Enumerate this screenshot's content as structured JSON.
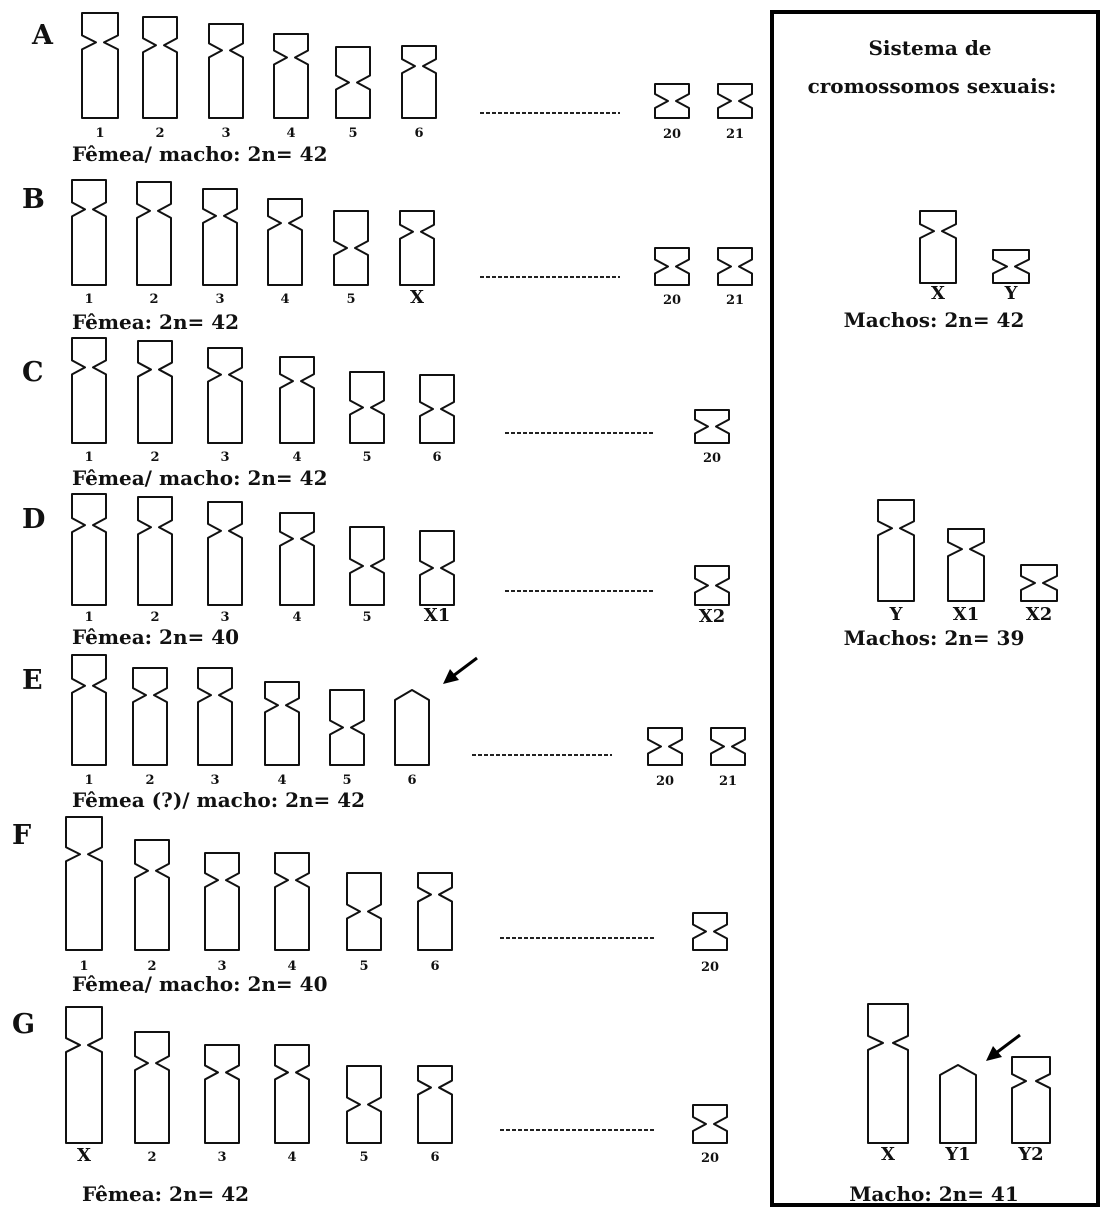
{
  "panel_title_line1": "Sistema de",
  "panel_title_line2": "cromossomos sexuais:",
  "rows": [
    {
      "label": "A",
      "caption": "Fêmea/ macho: 2n= 42",
      "chromosomes": [
        {
          "label": "1",
          "shape": "sub"
        },
        {
          "label": "2",
          "shape": "sub"
        },
        {
          "label": "3",
          "shape": "sub"
        },
        {
          "label": "4",
          "shape": "sub"
        },
        {
          "label": "5",
          "shape": "meta"
        },
        {
          "label": "6",
          "shape": "sub"
        }
      ],
      "tail": [
        {
          "label": "20"
        },
        {
          "label": "21"
        }
      ]
    },
    {
      "label": "B",
      "caption": "Fêmea: 2n= 42",
      "chromosomes": [
        {
          "label": "1",
          "shape": "sub"
        },
        {
          "label": "2",
          "shape": "sub"
        },
        {
          "label": "3",
          "shape": "sub"
        },
        {
          "label": "4",
          "shape": "sub"
        },
        {
          "label": "5",
          "shape": "meta"
        },
        {
          "label": "X",
          "shape": "sub"
        }
      ],
      "tail": [
        {
          "label": "20"
        },
        {
          "label": "21"
        }
      ],
      "sex_system": {
        "caption": "Machos: 2n= 42",
        "chromosomes": [
          {
            "label": "X",
            "shape": "sub"
          },
          {
            "label": "Y",
            "shape": "meta"
          }
        ]
      }
    },
    {
      "label": "C",
      "caption": "Fêmea/ macho: 2n= 42",
      "chromosomes": [
        {
          "label": "1",
          "shape": "sub"
        },
        {
          "label": "2",
          "shape": "sub"
        },
        {
          "label": "3",
          "shape": "sub"
        },
        {
          "label": "4",
          "shape": "sub"
        },
        {
          "label": "5",
          "shape": "meta"
        },
        {
          "label": "6",
          "shape": "meta"
        }
      ],
      "tail": [
        {
          "label": "20"
        }
      ]
    },
    {
      "label": "D",
      "caption": "Fêmea: 2n= 40",
      "chromosomes": [
        {
          "label": "1",
          "shape": "sub"
        },
        {
          "label": "2",
          "shape": "sub"
        },
        {
          "label": "3",
          "shape": "sub"
        },
        {
          "label": "4",
          "shape": "sub"
        },
        {
          "label": "5",
          "shape": "meta"
        },
        {
          "label": "X1",
          "shape": "meta"
        }
      ],
      "tail": [
        {
          "label": "X2"
        }
      ],
      "sex_system": {
        "caption": "Machos: 2n= 39",
        "chromosomes": [
          {
            "label": "Y",
            "shape": "sub"
          },
          {
            "label": "X1",
            "shape": "sub"
          },
          {
            "label": "X2",
            "shape": "meta"
          }
        ]
      }
    },
    {
      "label": "E",
      "caption": "Fêmea (?)/ macho: 2n= 42",
      "chromosomes": [
        {
          "label": "1",
          "shape": "sub"
        },
        {
          "label": "2",
          "shape": "sub"
        },
        {
          "label": "3",
          "shape": "sub"
        },
        {
          "label": "4",
          "shape": "sub"
        },
        {
          "label": "5",
          "shape": "meta"
        },
        {
          "label": "6",
          "shape": "acro",
          "arrow": true
        }
      ],
      "tail": [
        {
          "label": "20"
        },
        {
          "label": "21"
        }
      ]
    },
    {
      "label": "F",
      "caption": "Fêmea/ macho: 2n= 40",
      "chromosomes": [
        {
          "label": "1",
          "shape": "sub"
        },
        {
          "label": "2",
          "shape": "sub"
        },
        {
          "label": "3",
          "shape": "sub"
        },
        {
          "label": "4",
          "shape": "sub"
        },
        {
          "label": "5",
          "shape": "meta"
        },
        {
          "label": "6",
          "shape": "sub"
        }
      ],
      "tail": [
        {
          "label": "20"
        }
      ]
    },
    {
      "label": "G",
      "caption": "Fêmea: 2n= 42",
      "chromosomes": [
        {
          "label": "X",
          "shape": "sub"
        },
        {
          "label": "2",
          "shape": "sub"
        },
        {
          "label": "3",
          "shape": "sub"
        },
        {
          "label": "4",
          "shape": "sub"
        },
        {
          "label": "5",
          "shape": "meta"
        },
        {
          "label": "6",
          "shape": "sub"
        }
      ],
      "tail": [
        {
          "label": "20"
        }
      ],
      "sex_system": {
        "caption": "Macho: 2n= 41",
        "chromosomes": [
          {
            "label": "X",
            "shape": "sub"
          },
          {
            "label": "Y1",
            "shape": "acro",
            "arrow": true
          },
          {
            "label": "Y2",
            "shape": "sub"
          }
        ]
      }
    }
  ]
}
